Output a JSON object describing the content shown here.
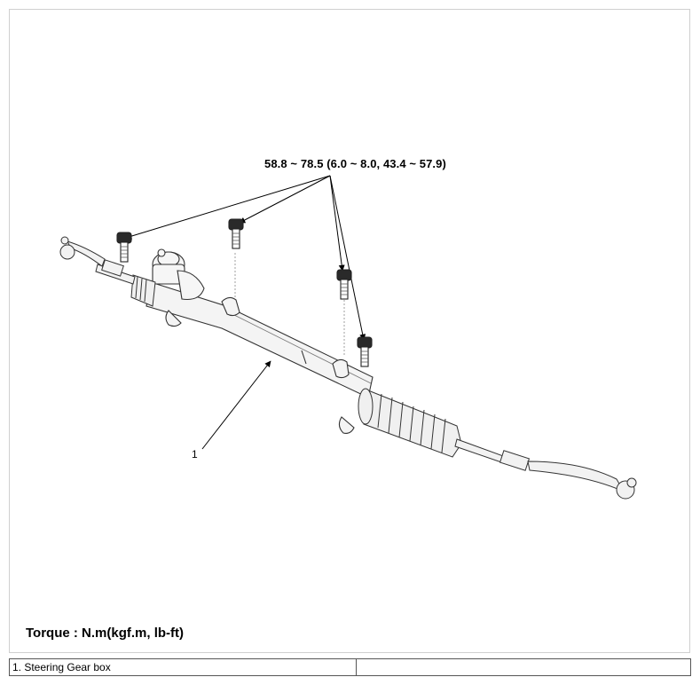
{
  "diagram": {
    "torque_spec": "58.8 ~ 78.5 (6.0 ~ 8.0, 43.4 ~ 57.9)",
    "callout_number": "1",
    "torque_units": "Torque : N.m(kgf.m, lb-ft)"
  },
  "legend": {
    "rows": [
      {
        "item": "1. Steering Gear box",
        "value": ""
      }
    ]
  }
}
